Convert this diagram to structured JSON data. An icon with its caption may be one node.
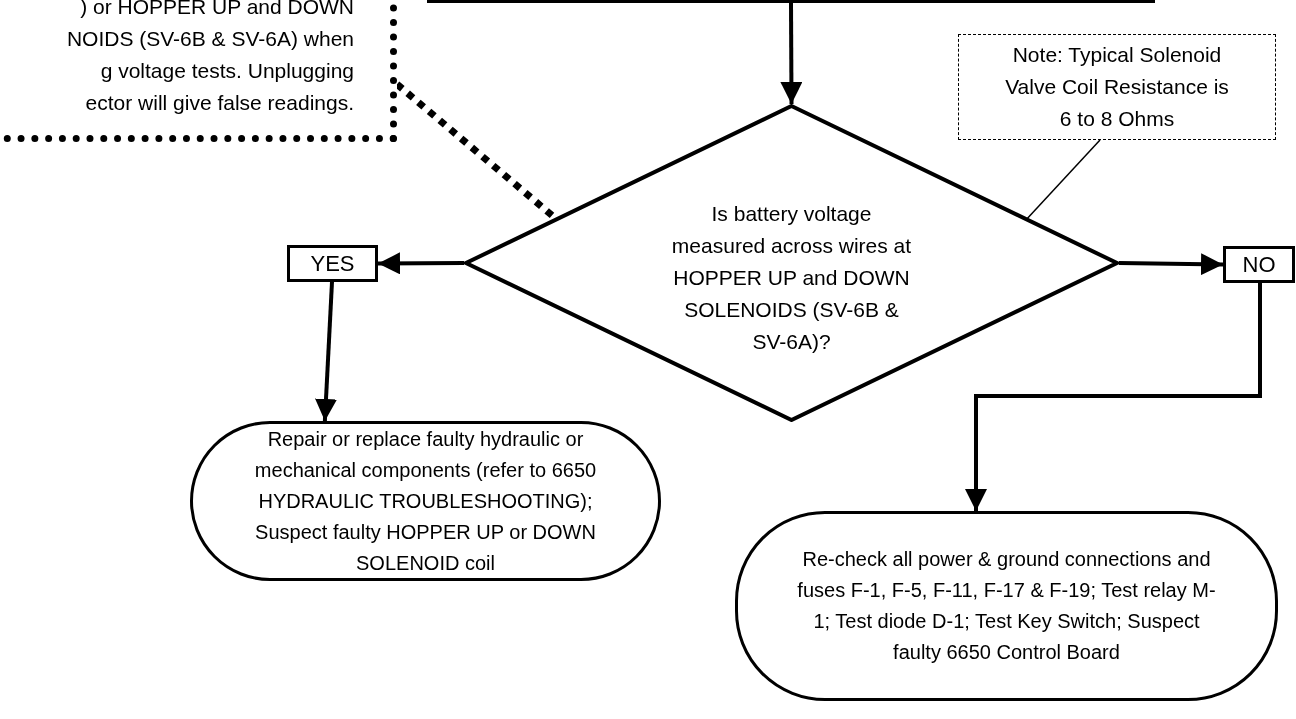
{
  "diagram": {
    "nodes": [
      {
        "text": [],
        "shape": "box"
      },
      {
        "text": [
          ") or HOPPER UP and DOWN NOIDS (SV-6B & SV-6A) when g  voltage tests. Unplugging ector will give false readings."
        ]
      },
      {
        "text": [
          "Note: Typical Solenoid Valve Coil Resistance is 6 to 8 Ohms"
        ]
      },
      {
        "text": [
          "Is battery voltage measured across wires at HOPPER UP and DOWN SOLENOIDS (SV-6B & SV-6A)?"
        ]
      },
      {
        "text": [
          "YES"
        ]
      },
      {
        "text": [
          "NO"
        ]
      },
      {
        "text": [
          "Repair or replace faulty hydraulic or mechanical components (refer to 6650 HYDRAULIC TROUBLESHOOTING); Suspect faulty HOPPER UP or DOWN SOLENOID coil"
        ]
      },
      {
        "text": [
          "Re-check all power & ground connections and fuses F-1, F-5, F-11, F-17 & F-19; Test  relay M-1; Test diode D-1; Test Key Switch; Suspect faulty 6650 Control Board"
        ]
      }
    ],
    "edges": [
      {
        "from": 0,
        "to": 3,
        "arrow": "to"
      },
      {
        "from": 3,
        "to": 4,
        "arrow": "to"
      },
      {
        "from": 3,
        "to": 5,
        "arrow": "to"
      },
      {
        "from": 4,
        "to": 6,
        "arrow": "to"
      },
      {
        "from": 5,
        "to": 7,
        "arrow": "to"
      },
      {
        "from": 1,
        "to": 3,
        "arrow": "none",
        "style": "dashed"
      },
      {
        "from": 2,
        "to": 3,
        "arrow": "none"
      }
    ]
  }
}
